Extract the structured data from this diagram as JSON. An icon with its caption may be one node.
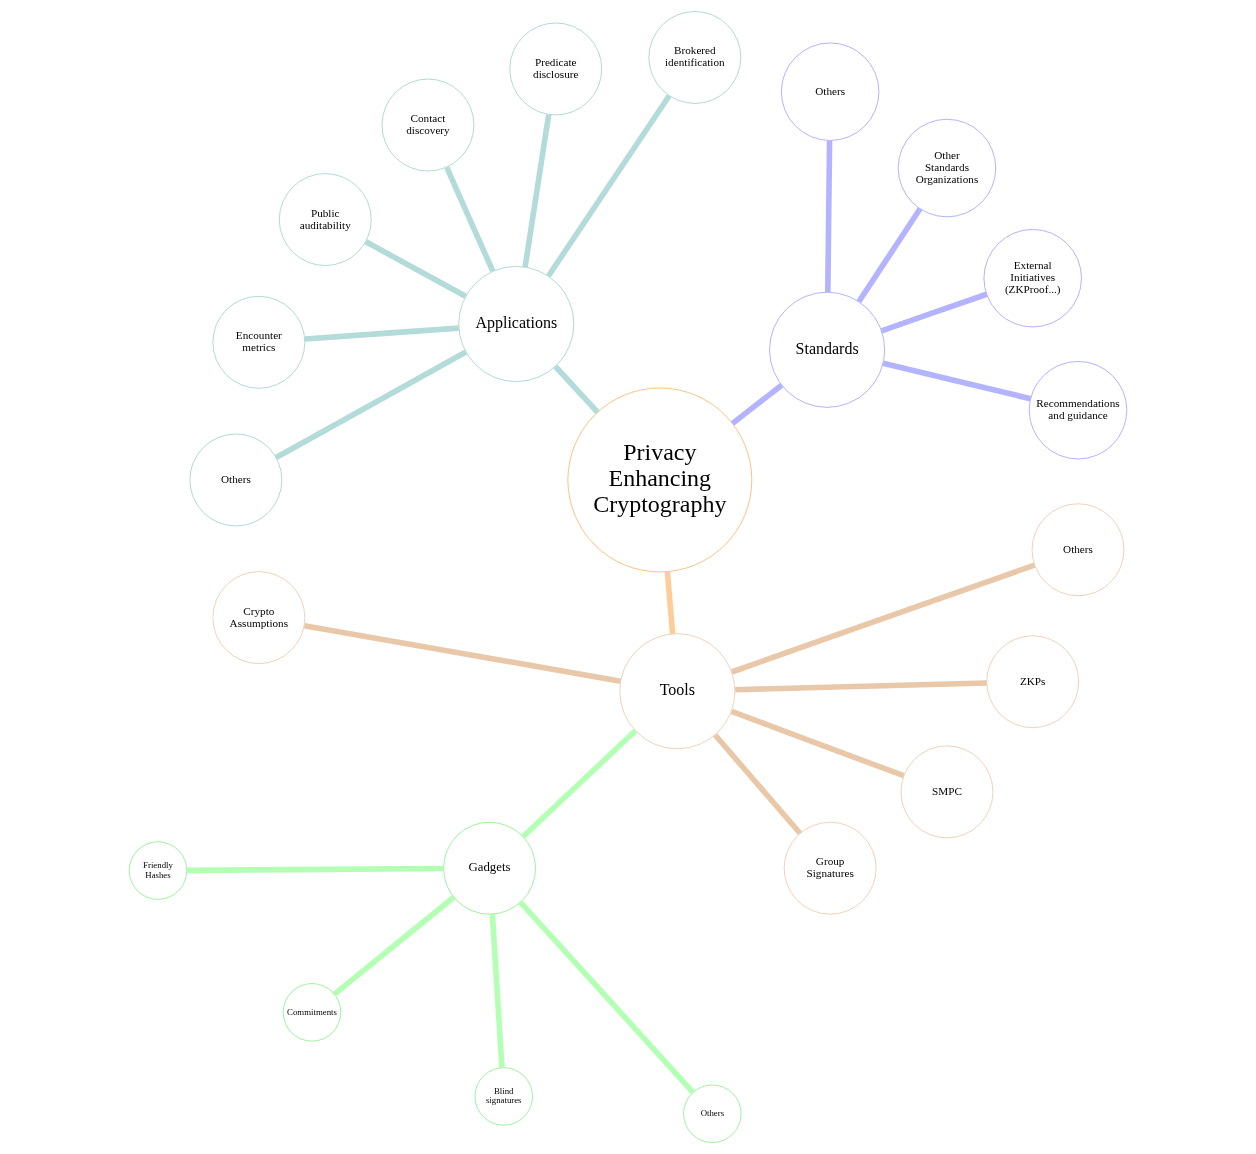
{
  "diagram": {
    "nodes": [
      {
        "text": [
          "Privacy Enhancing Cryptography"
        ]
      },
      {
        "text": [
          "Standards"
        ]
      },
      {
        "text": [
          "Recommendations and guidance"
        ]
      },
      {
        "text": [
          "External Initiatives (ZKProof...)"
        ]
      },
      {
        "text": [
          "Other Standards Organizations"
        ]
      },
      {
        "text": [
          "Others"
        ]
      },
      {
        "text": [
          "Applications"
        ]
      },
      {
        "text": [
          "Brokered identification"
        ]
      },
      {
        "text": [
          "Predicate disclosure"
        ]
      },
      {
        "text": [
          "Contact discovery"
        ]
      },
      {
        "text": [
          "Public auditability"
        ]
      },
      {
        "text": [
          "Encounter metrics"
        ]
      },
      {
        "text": [
          "Others"
        ]
      },
      {
        "text": [
          "Tools"
        ]
      },
      {
        "text": [
          "Crypto Assumptions"
        ]
      },
      {
        "text": [
          "Gadgets"
        ]
      },
      {
        "text": [
          "Friendly Hashes"
        ]
      },
      {
        "text": [
          "Commitments"
        ]
      },
      {
        "text": [
          "Blind signatures"
        ]
      },
      {
        "text": [
          "Others"
        ]
      },
      {
        "text": [
          "Group Signatures"
        ]
      },
      {
        "text": [
          "SMPC"
        ]
      },
      {
        "text": [
          "ZKPs"
        ]
      },
      {
        "text": [
          "Others"
        ]
      }
    ],
    "edges": [
      {
        "from": 0,
        "to": 1,
        "arrow": "none",
        "color": "#b3b3ff"
      },
      {
        "from": 1,
        "to": 2,
        "arrow": "none",
        "color": "#b3b3ff"
      },
      {
        "from": 1,
        "to": 3,
        "arrow": "none",
        "color": "#b3b3ff"
      },
      {
        "from": 1,
        "to": 4,
        "arrow": "none",
        "color": "#b3b3ff"
      },
      {
        "from": 1,
        "to": 5,
        "arrow": "none",
        "color": "#b3b3ff"
      },
      {
        "from": 0,
        "to": 6,
        "arrow": "none",
        "color": "#b3dbd9"
      },
      {
        "from": 6,
        "to": 7,
        "arrow": "none",
        "color": "#b3dbd9"
      },
      {
        "from": 6,
        "to": 8,
        "arrow": "none",
        "color": "#b3dbd9"
      },
      {
        "from": 6,
        "to": 9,
        "arrow": "none",
        "color": "#b3dbd9"
      },
      {
        "from": 6,
        "to": 10,
        "arrow": "none",
        "color": "#b3dbd9"
      },
      {
        "from": 6,
        "to": 11,
        "arrow": "none",
        "color": "#b3dbd9"
      },
      {
        "from": 6,
        "to": 12,
        "arrow": "none",
        "color": "#b3dbd9"
      },
      {
        "from": 0,
        "to": 13,
        "arrow": "none",
        "color": "#fdcc99"
      },
      {
        "from": 13,
        "to": 14,
        "arrow": "none"
      },
      {
        "from": 13,
        "to": 15,
        "arrow": "none",
        "color": "#b3ffb3"
      },
      {
        "from": 15,
        "to": 16,
        "arrow": "none",
        "color": "#b3ffb3"
      },
      {
        "from": 15,
        "to": 17,
        "arrow": "none",
        "color": "#b3ffb3"
      },
      {
        "from": 15,
        "to": 18,
        "arrow": "none",
        "color": "#b3ffb3"
      },
      {
        "from": 15,
        "to": 19,
        "arrow": "none",
        "color": "#b3ffb3"
      },
      {
        "from": 13,
        "to": 20,
        "arrow": "none"
      },
      {
        "from": 13,
        "to": 21,
        "arrow": "none"
      },
      {
        "from": 13,
        "to": 22,
        "arrow": "none"
      },
      {
        "from": 13,
        "to": 23,
        "arrow": "none"
      }
    ]
  }
}
